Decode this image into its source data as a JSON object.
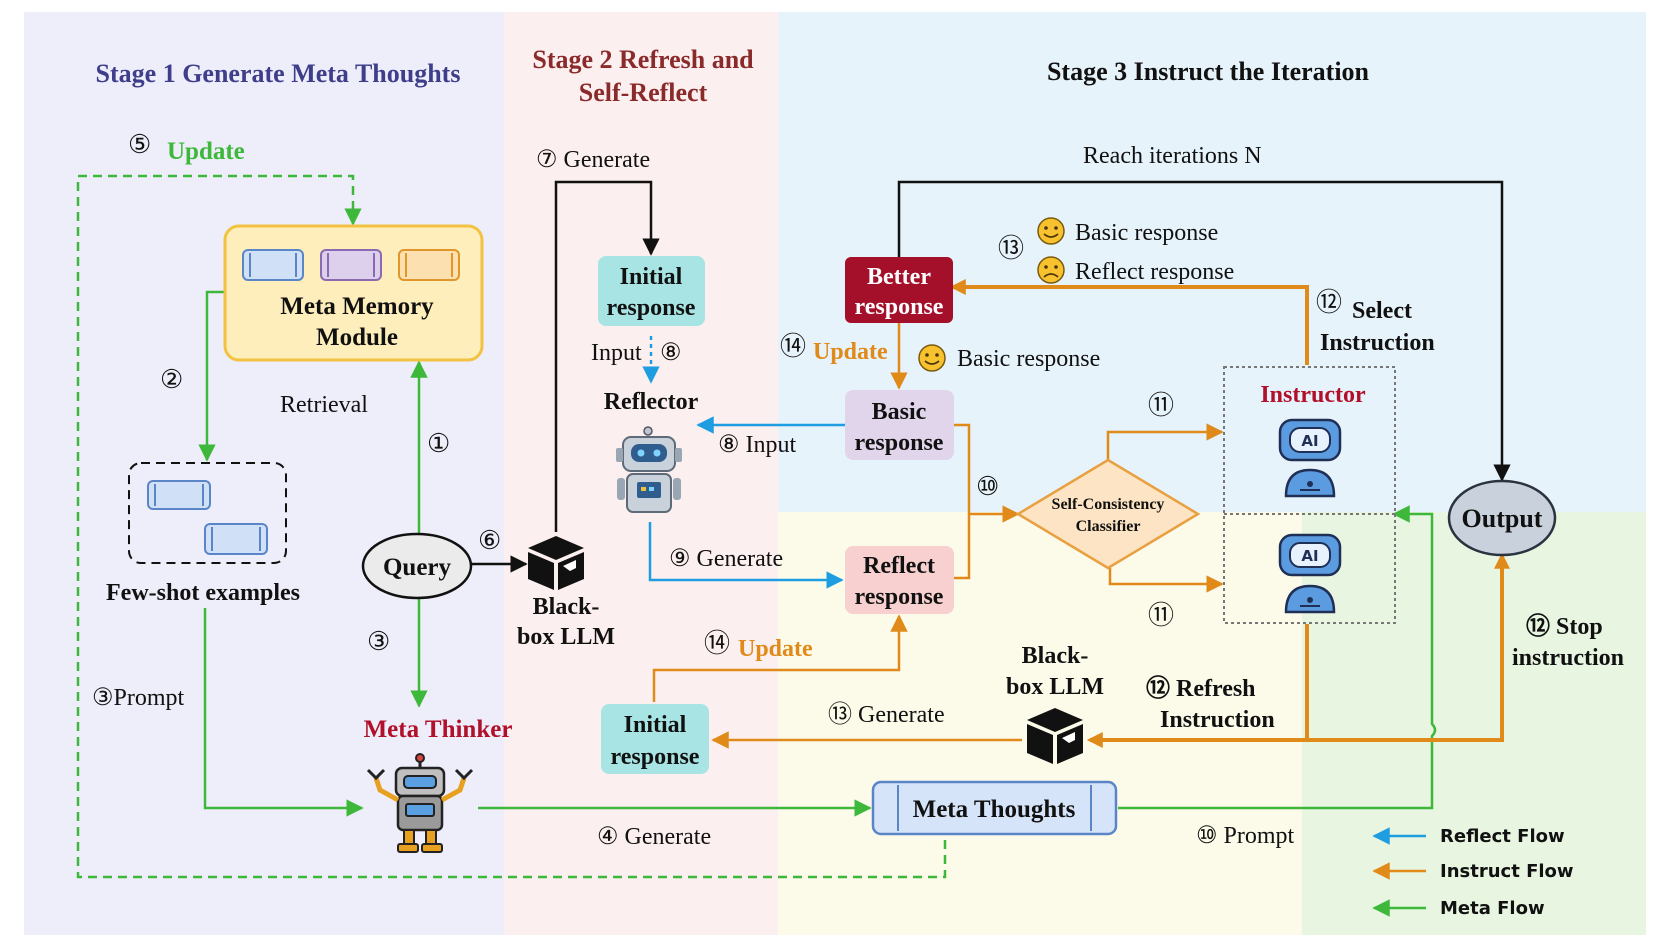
{
  "stages": {
    "stage1": "Stage 1 Generate Meta Thoughts",
    "stage2_line1": "Stage 2 Refresh and",
    "stage2_line2": "Self-Reflect",
    "stage3": "Stage 3 Instruct the Iteration"
  },
  "nodes": {
    "meta_memory_line1": "Meta Memory",
    "meta_memory_line2": "Module",
    "few_shot": "Few-shot examples",
    "query": "Query",
    "meta_thinker": "Meta Thinker",
    "blackbox_top_line1": "Black-",
    "blackbox_top_line2": "box LLM",
    "initial_top_line1": "Initial",
    "initial_top_line2": "response",
    "reflector": "Reflector",
    "better_line1": "Better",
    "better_line2": "response",
    "basic_line1": "Basic",
    "basic_line2": "response",
    "reflect_line1": "Reflect",
    "reflect_line2": "response",
    "classifier_line1": "Self-Consistency",
    "classifier_line2": "Classifier",
    "instructor": "Instructor",
    "output": "Output",
    "blackbox_bottom_line1": "Black-",
    "blackbox_bottom_line2": "box LLM",
    "initial_bottom_line1": "Initial",
    "initial_bottom_line2": "response",
    "meta_thoughts": "Meta Thoughts",
    "ai_badge": "AI"
  },
  "labels": {
    "update_5_num": "⑤",
    "update_5": "Update",
    "retrieval": "Retrieval",
    "step2": "②",
    "step1": "①",
    "step3": "③",
    "prompt_3": "③Prompt",
    "generate_4": "④ Generate",
    "step6": "⑥",
    "generate_7": "⑦ Generate",
    "input_8a_text": "Input",
    "input_8a_num": "⑧",
    "input_8b": "⑧ Input",
    "generate_9": "⑨ Generate",
    "reach_iterations": "Reach iterations N",
    "step13_top": "⑬",
    "basic_response_top": "Basic response",
    "reflect_response_top": "Reflect response",
    "select_num": "⑫",
    "select_line1": "Select",
    "select_line2": "Instruction",
    "update_14a_num": "⑭",
    "update_14a": "Update",
    "basic_response_mid": "Basic response",
    "step10_mid": "⑩",
    "step11_top": "⑪",
    "step11_bottom": "⑪",
    "update_14b_num": "⑭",
    "update_14b": "Update",
    "generate_13": "⑬ Generate",
    "refresh_line1": "⑫ Refresh",
    "refresh_line2": "Instruction",
    "stop_line1": "⑫ Stop",
    "stop_line2": "instruction",
    "prompt_10": "⑩ Prompt"
  },
  "legend": {
    "reflect": "Reflect Flow",
    "instruct": "Instruct Flow",
    "meta": "Meta Flow"
  },
  "colors": {
    "reflect_flow": "#1e9ee0",
    "instruct_flow": "#e08a1a",
    "meta_flow": "#3db83a",
    "stage1_bg": "#eeedfa",
    "stage2_bg": "#fcefef",
    "stage3_top_bg": "#e7f3fb",
    "stage3_bottom_bg": "#fcfbea",
    "stage3_right_bg": "#e8f6e1",
    "better_fill": "#a4102a",
    "instructor_text": "#b0102a",
    "meta_thinker_text": "#b0102a",
    "stage1_title": "#3e3e8a",
    "stage2_title": "#8a2a2a"
  }
}
